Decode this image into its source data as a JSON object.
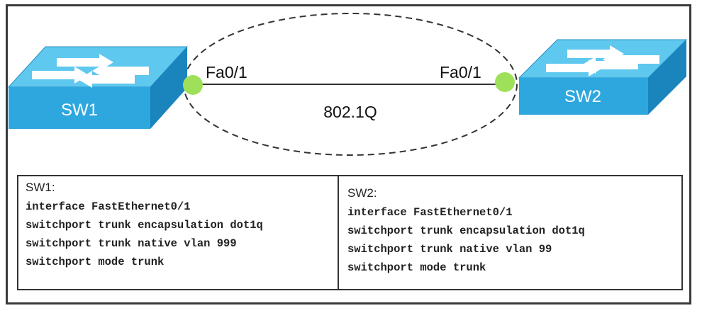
{
  "diagram": {
    "switch_left": {
      "name": "SW1",
      "port": "Fa0/1"
    },
    "switch_right": {
      "name": "SW2",
      "port": "Fa0/1"
    },
    "link_label": "802.1Q",
    "colors": {
      "switch_top": "#5ec8ef",
      "switch_front": "#2ea7df",
      "switch_side": "#1a85bd",
      "port_dot": "#9fe05a",
      "link": "#333333",
      "ellipse": "#333333"
    }
  },
  "config": {
    "sw1": {
      "title": "SW1:",
      "lines": [
        "interface FastEthernet0/1",
        "switchport trunk encapsulation dot1q",
        "switchport trunk native vlan 999",
        "switchport mode trunk"
      ]
    },
    "sw2": {
      "title": "SW2:",
      "lines": [
        "interface FastEthernet0/1",
        "switchport trunk encapsulation dot1q",
        "switchport trunk native vlan 99",
        "switchport mode trunk"
      ]
    }
  }
}
